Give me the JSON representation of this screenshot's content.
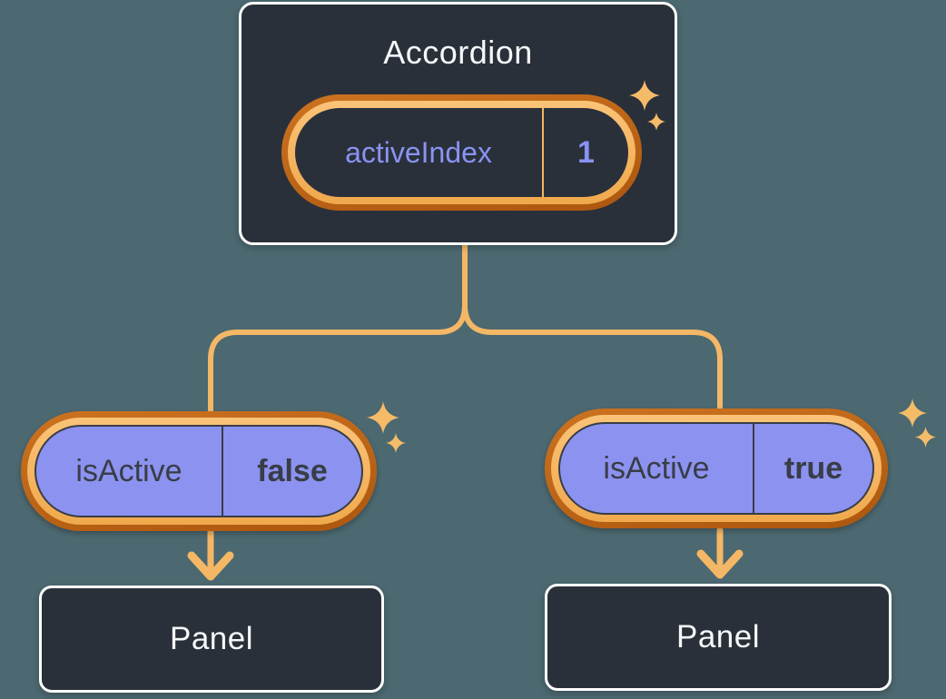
{
  "colors": {
    "bg": "#4C6870",
    "card": "#2A303A",
    "card-border": "#FFFFFF",
    "title-text": "#F6F7F9",
    "purple": "#8C92EF",
    "purple-text": "#8A93F2",
    "dark-text": "#383D47",
    "ring-dark-1": "#CC7320",
    "ring-dark-2": "#AC570E",
    "ring-light-1": "#FBC378",
    "ring-light-2": "#F0A94D",
    "line": "#F4B765",
    "sparkle": "#F4BC68"
  },
  "icons": {
    "sparkle": "four-point-star",
    "arrow": "chevron-down-arrow"
  },
  "diagram": {
    "root": {
      "title": "Accordion",
      "state": {
        "name": "activeIndex",
        "value": "1"
      }
    },
    "children": [
      {
        "state": {
          "name": "isActive",
          "value": "false"
        },
        "panel": "Panel"
      },
      {
        "state": {
          "name": "isActive",
          "value": "true"
        },
        "panel": "Panel"
      }
    ]
  }
}
